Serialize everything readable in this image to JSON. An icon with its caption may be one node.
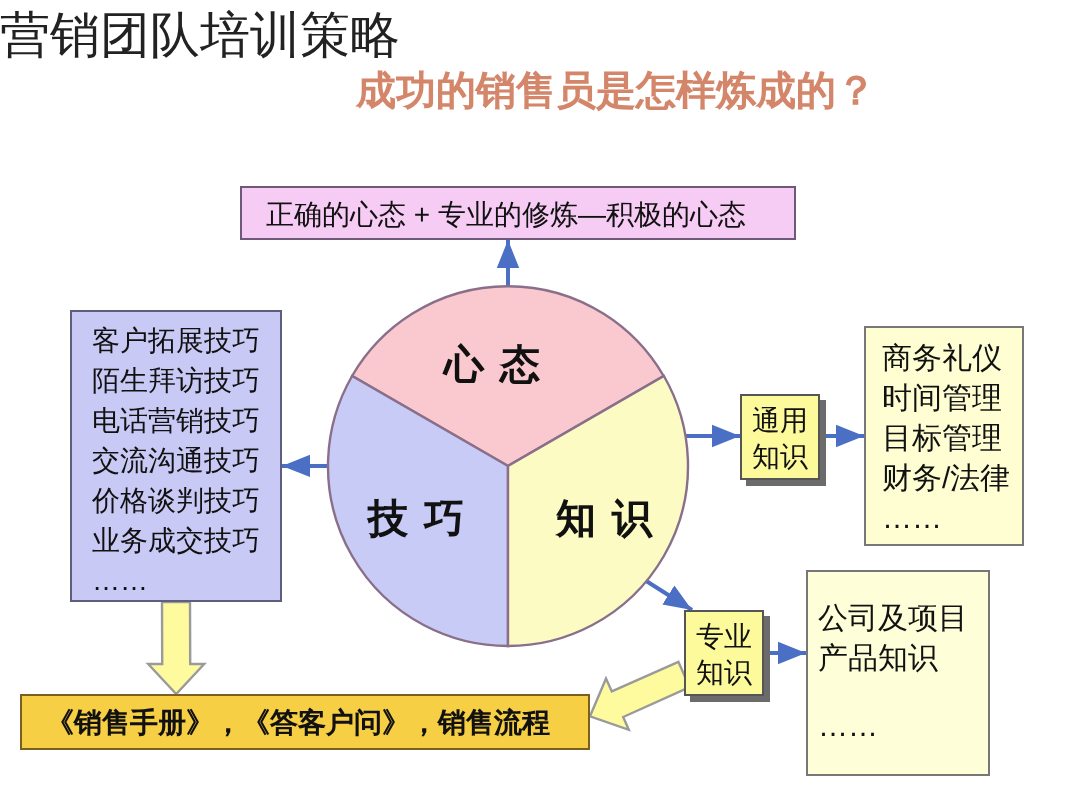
{
  "diagram": {
    "title": "营销团队培训策略",
    "nodes": [
      {
        "text": [
          "正确的心态 + 专业的修炼—积极的心态"
        ]
      },
      {
        "text": [
          "心态"
        ]
      },
      {
        "text": [
          "技巧"
        ]
      },
      {
        "text": [
          "知识"
        ]
      },
      {
        "text": [
          "客户拓展技巧",
          "陌生拜访技巧",
          "电话营销技巧",
          "交流沟通技巧",
          "价格谈判技巧",
          "业务成交技巧",
          "……"
        ]
      },
      {
        "text": [
          "通用知识"
        ]
      },
      {
        "text": [
          "商务礼仪",
          "时间管理",
          "目标管理",
          "财务/法律",
          "……"
        ]
      },
      {
        "text": [
          "专业知识"
        ]
      },
      {
        "text": [
          "公司及项目产品知识",
          "……"
        ]
      },
      {
        "text": [
          "《销售手册》，《答客户问》，销售流程"
        ]
      }
    ],
    "edges": [
      {
        "from": 1,
        "to": 0,
        "arrow": "to"
      },
      {
        "from": 2,
        "to": 4,
        "arrow": "to"
      },
      {
        "from": 3,
        "to": 5,
        "arrow": "to"
      },
      {
        "from": 5,
        "to": 6,
        "arrow": "to"
      },
      {
        "from": 3,
        "to": 7,
        "arrow": "to"
      },
      {
        "from": 7,
        "to": 8,
        "arrow": "to"
      },
      {
        "from": 4,
        "to": 9,
        "arrow": "to",
        "style": "thick",
        "color": "#fdfb9e"
      },
      {
        "from": 7,
        "to": 9,
        "arrow": "to",
        "style": "thick",
        "color": "#fdfb9e"
      }
    ],
    "labels": [
      "成功的销售员是怎样炼成的？"
    ]
  }
}
